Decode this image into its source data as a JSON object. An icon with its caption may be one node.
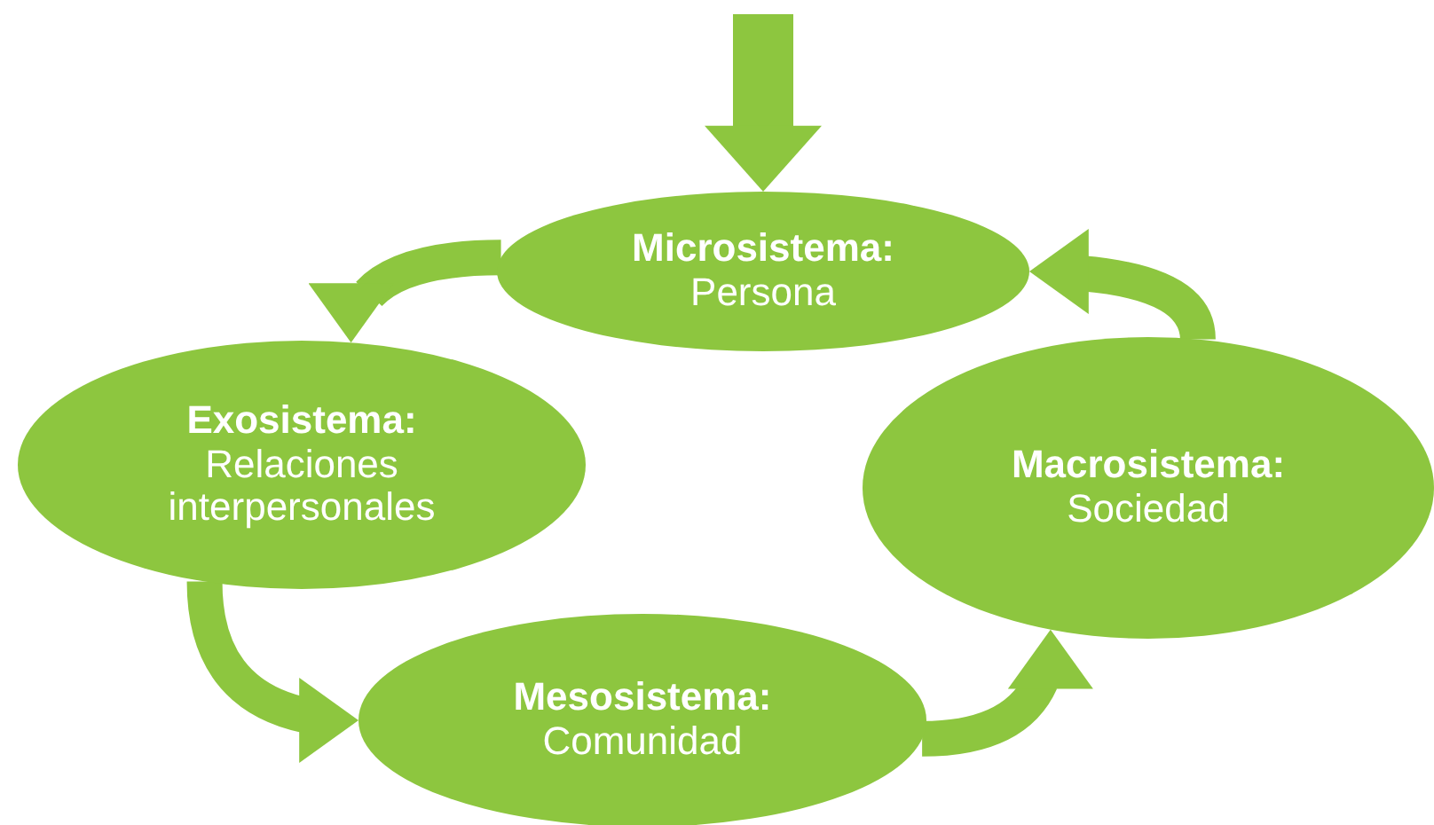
{
  "diagram": {
    "nodes": [
      {
        "text": [
          "Microsistema:",
          "Persona"
        ]
      },
      {
        "text": [
          "Exosistema:",
          "Relaciones interpersonales"
        ]
      },
      {
        "text": [
          "Mesosistema:",
          "Comunidad"
        ]
      },
      {
        "text": [
          "Macrosistema:",
          "Sociedad"
        ]
      }
    ],
    "edges": [
      {
        "from": null,
        "to": 0,
        "arrow": "to"
      },
      {
        "from": 0,
        "to": 1,
        "arrow": "to"
      },
      {
        "from": 1,
        "to": 2,
        "arrow": "to"
      },
      {
        "from": 2,
        "to": 3,
        "arrow": "to"
      },
      {
        "from": 3,
        "to": 0,
        "arrow": "to"
      }
    ]
  }
}
